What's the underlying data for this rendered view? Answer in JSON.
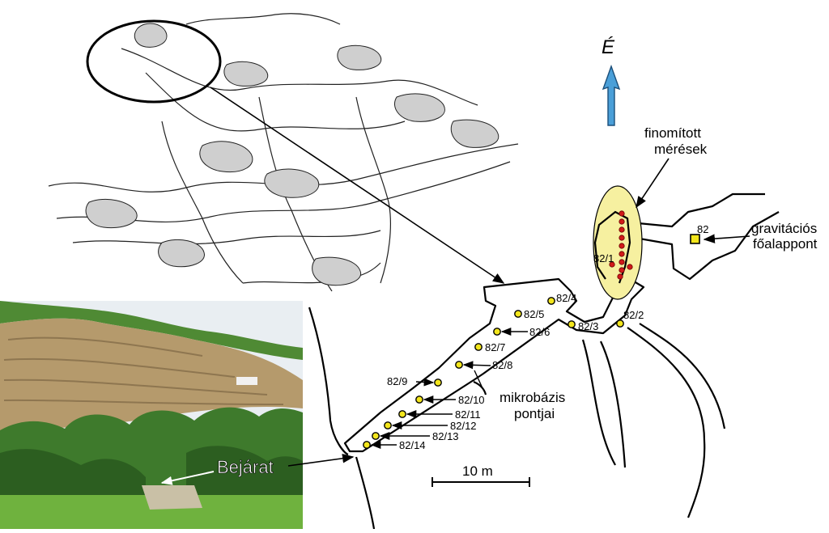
{
  "north_label": "É",
  "callouts": {
    "refined_line1": "finomított",
    "refined_line2": "mérések",
    "gravity_line1": "gravitációs",
    "gravity_line2": "főalappont",
    "micro_line1": "mikrobázis",
    "micro_line2": "pontjai",
    "entrance": "Bejárat"
  },
  "scale_bar": {
    "label": "10 m"
  },
  "main_point": {
    "label": "82"
  },
  "points": [
    {
      "id": "p1",
      "label": "82/1"
    },
    {
      "id": "p2",
      "label": "82/2"
    },
    {
      "id": "p3",
      "label": "82/3"
    },
    {
      "id": "p4",
      "label": "82/4"
    },
    {
      "id": "p5",
      "label": "82/5"
    },
    {
      "id": "p6",
      "label": "82/6"
    },
    {
      "id": "p7",
      "label": "82/7"
    },
    {
      "id": "p8",
      "label": "82/8"
    },
    {
      "id": "p9",
      "label": "82/9"
    },
    {
      "id": "p10",
      "label": "82/10"
    },
    {
      "id": "p11",
      "label": "82/11"
    },
    {
      "id": "p12",
      "label": "82/12"
    },
    {
      "id": "p13",
      "label": "82/13"
    },
    {
      "id": "p14",
      "label": "82/14"
    }
  ],
  "colors": {
    "point_fill": "#f3e61c",
    "highlight_fill": "#f6f0a0",
    "arrow_blue": "#4a9fd8",
    "red_dot": "#d11a1a",
    "photo_sky": "#e9eef2",
    "photo_rock": "#b59a6c",
    "photo_foliage": "#3e7a2c",
    "photo_grass": "#6fb23e"
  }
}
